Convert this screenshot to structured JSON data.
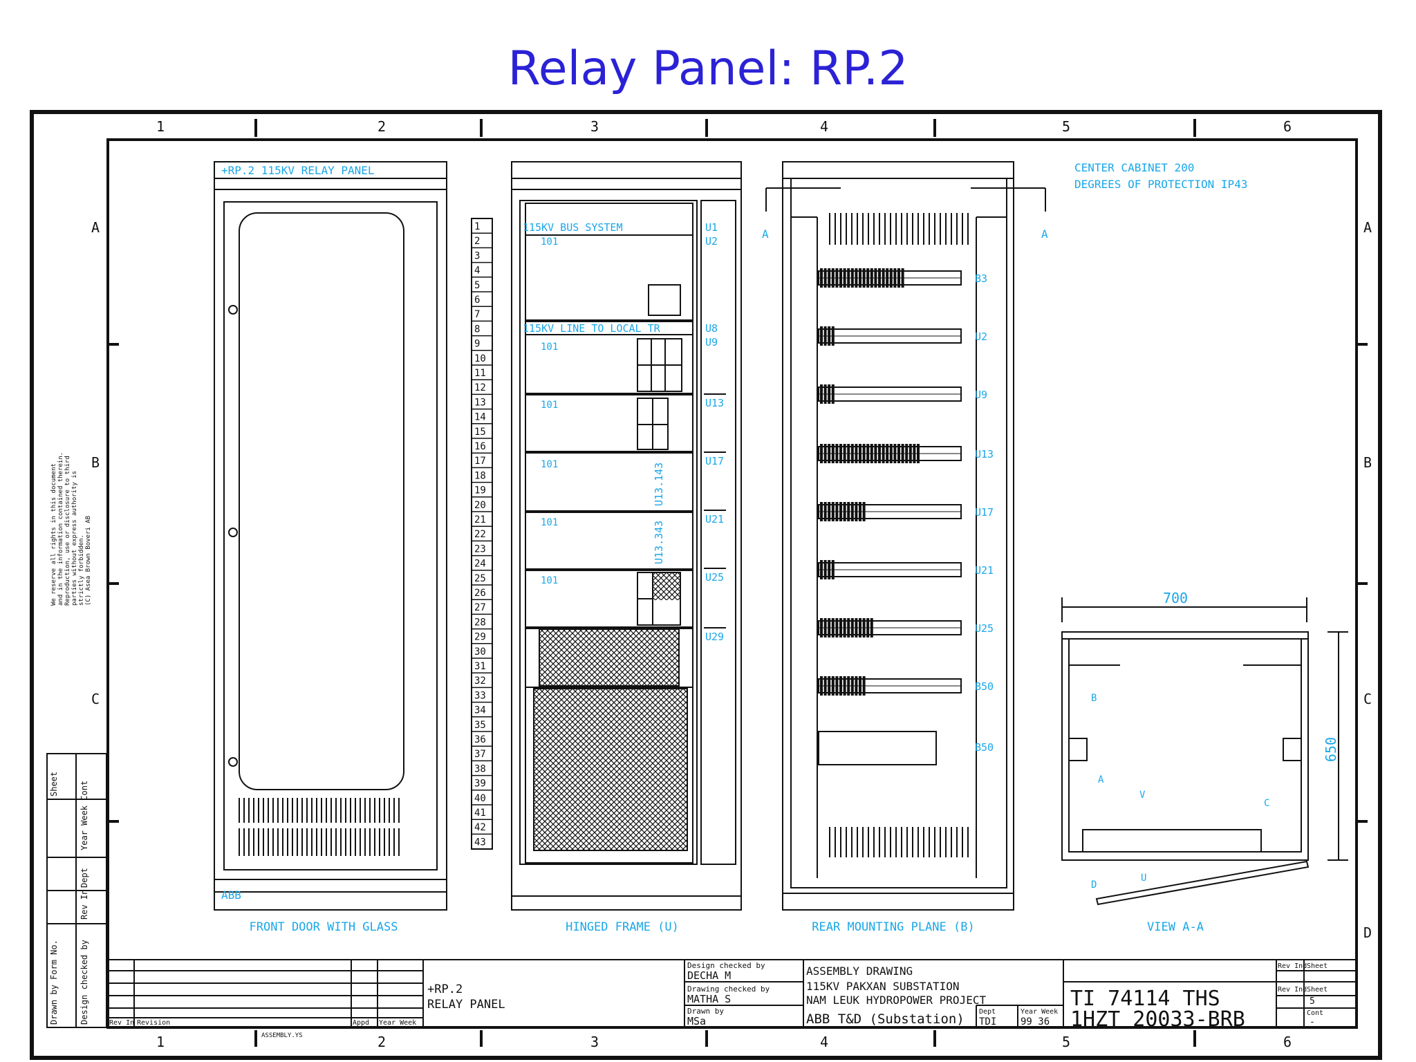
{
  "title": "Relay Panel: RP.2",
  "grid": {
    "columns": [
      "1",
      "2",
      "3",
      "4",
      "5",
      "6"
    ],
    "rows": [
      "A",
      "B",
      "C",
      "D"
    ]
  },
  "front_door": {
    "header": "+RP.2 115KV RELAY PANEL",
    "footer": "ABB",
    "caption": "FRONT DOOR WITH GLASS"
  },
  "hinged_frame": {
    "caption": "HINGED FRAME (U)",
    "sections": [
      {
        "title": "115KV BUS SYSTEM",
        "code": "101",
        "unit": "U1",
        "unit2": "U2"
      },
      {
        "title": "115KV LINE TO LOCAL TR",
        "code": "101",
        "unit": "U8",
        "unit2": "U9"
      }
    ],
    "row_codes": [
      "101",
      "101",
      "101",
      "101"
    ],
    "row_units": [
      "U13",
      "U17",
      "U21",
      "U25",
      "U29"
    ],
    "vertical_labels": [
      "U13.143",
      "U13.343"
    ],
    "slot_numbers": [
      "1",
      "2",
      "3",
      "4",
      "5",
      "6",
      "7",
      "8",
      "9",
      "10",
      "11",
      "12",
      "13",
      "14",
      "15",
      "16",
      "17",
      "18",
      "19",
      "20",
      "21",
      "22",
      "23",
      "24",
      "25",
      "26",
      "27",
      "28",
      "29",
      "30",
      "31",
      "32",
      "33",
      "34",
      "35",
      "36",
      "37",
      "38",
      "39",
      "40",
      "41",
      "42",
      "43"
    ]
  },
  "rear_plane": {
    "caption": "REAR MOUNTING PLANE (B)",
    "section_marker": "A",
    "rail_labels": [
      "B3",
      "U2",
      "U9",
      "U13",
      "U17",
      "U21",
      "U25",
      "B50",
      "B50"
    ]
  },
  "view_aa": {
    "caption": "VIEW A-A",
    "note_line1": "CENTER CABINET 200",
    "note_line2": "DEGREES OF PROTECTION IP43",
    "width_dim": "700",
    "depth_dim": "650",
    "markers": [
      "B",
      "A",
      "V",
      "C",
      "D",
      "U"
    ]
  },
  "left_notice": [
    "We reserve all rights in this document",
    "and in the information contained therein.",
    "Reproduction, use or disclosure to third",
    "parties without express authority is",
    "strictly forbidden.",
    "(C) Asea Brown Boveri AB"
  ],
  "left_strip_labels": [
    "Sheet",
    "Year Week Cont",
    "Dept",
    "Rev In",
    "Drawn by Form No.",
    "Design checked by"
  ],
  "title_block": {
    "rev_label": "Rev In",
    "revision_label": "Revision",
    "appd_label": "Appd",
    "year_week_label": "Year Week",
    "file_name": "ASSEMBLY.YS",
    "project_tag": "+RP.2",
    "project_name": "RELAY PANEL",
    "design_checked_label": "Design checked by",
    "design_checked_name": "DECHA M",
    "drawing_checked_label": "Drawing checked by",
    "drawing_checked_name": "MATHA S",
    "drawn_label": "Drawn by",
    "drawn_name": "MSa",
    "doc_type": "ASSEMBLY DRAWING",
    "line2": "115KV PAKXAN SUBSTATION",
    "line3": "NAM LEUK HYDROPOWER PROJECT",
    "company": "ABB T&D (Substation)",
    "dept_label": "Dept",
    "dept": "TDI",
    "year_week_val": "99 36",
    "doc_ref1": "TI 74114 THS",
    "doc_ref2": "1HZT 20033-BRB",
    "rev_ind_label": "Rev Ind",
    "sheet_label": "Sheet",
    "sheet_val": "5",
    "cont_label": "Cont",
    "cont_val": "-"
  },
  "colors": {
    "title": "#2b22d6",
    "annotation": "#1aa7e8",
    "line": "#111111"
  }
}
